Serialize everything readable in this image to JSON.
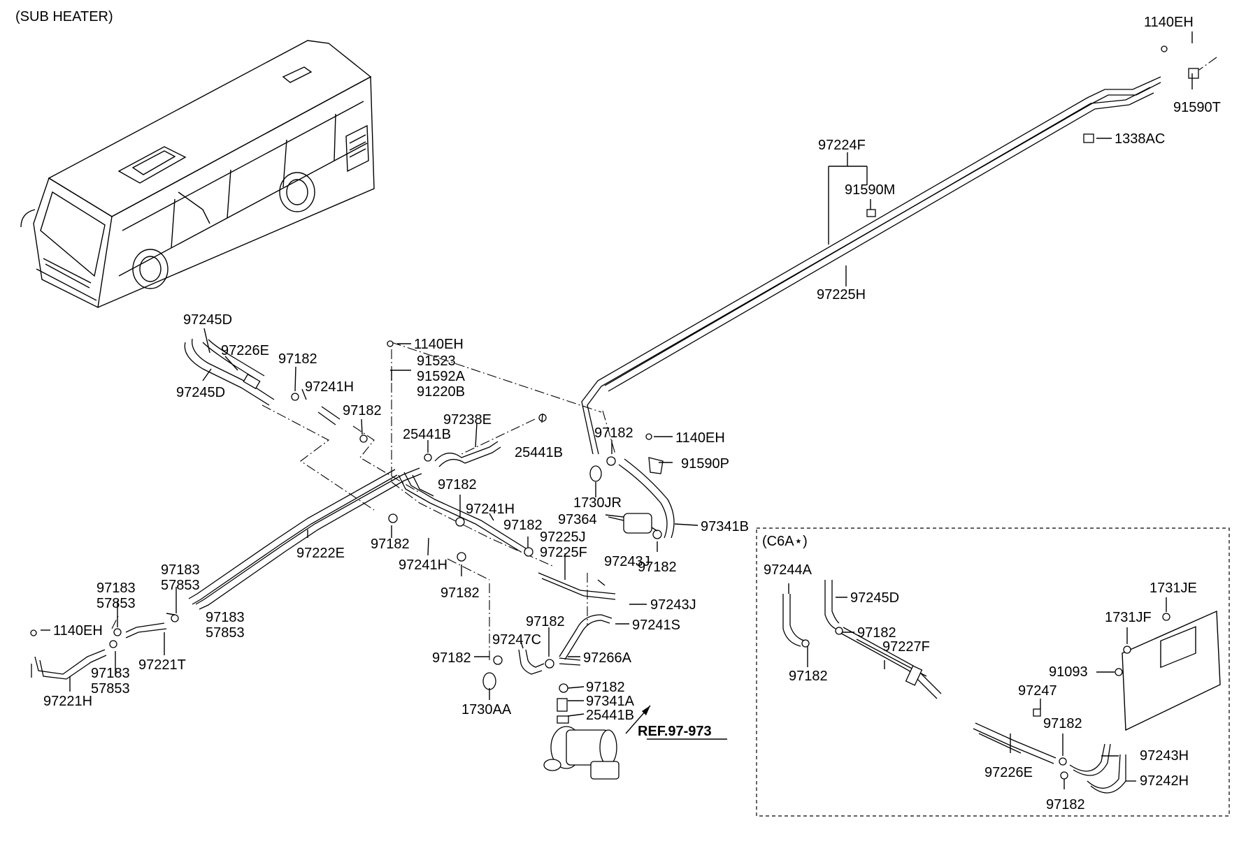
{
  "title": "(SUB HEATER)",
  "inset_title": "(C6A⋆)",
  "reference": "REF.97-973",
  "labels": [
    "1140EH",
    "91590T",
    "1338AC",
    "97224F",
    "91590M",
    "97225H",
    "97245D",
    "97226E",
    "97245D",
    "97182",
    "97241H",
    "97182",
    "1140EH",
    "91523",
    "91592A",
    "91220B",
    "25441B",
    "97238E",
    "25441B",
    "97182",
    "1140EH",
    "91590P",
    "1730JR",
    "97364",
    "97341B",
    "97182",
    "97182",
    "97241H",
    "97182",
    "97225J",
    "97225F",
    "97222E",
    "97182",
    "97241H",
    "97182",
    "97243J",
    "97243J",
    "97241S",
    "97183",
    "57853",
    "97183",
    "57853",
    "97183",
    "57853",
    "1140EH",
    "97183",
    "57853",
    "97221T",
    "97221H",
    "97182",
    "97247C",
    "97182",
    "97266A",
    "97182",
    "97341A",
    "25441B",
    "1730AA",
    "97244A",
    "97245D",
    "97182",
    "97227F",
    "97182",
    "1731JE",
    "1731JF",
    "91093",
    "97247",
    "97182",
    "97243H",
    "97226E",
    "97242H",
    "97182"
  ]
}
